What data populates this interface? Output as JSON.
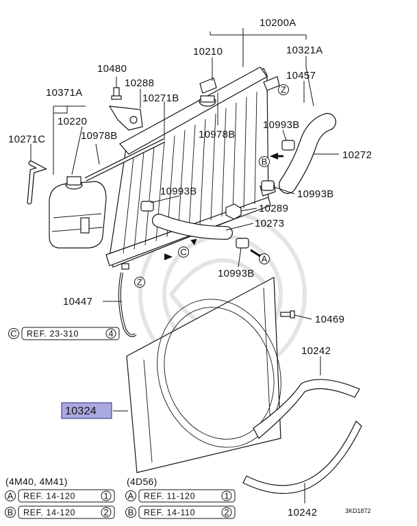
{
  "parts": {
    "p10200A": "10200A",
    "p10210": "10210",
    "p10321A": "10321A",
    "p10480": "10480",
    "p10288": "10288",
    "p10271B": "10271B",
    "p10457": "10457",
    "p10371A": "10371A",
    "p10220": "10220",
    "p10978B_a": "10978B",
    "p10978B_b": "10978B",
    "p10271C": "10271C",
    "p10993B_a": "10993B",
    "p10993B_b": "10993B",
    "p10993B_c": "10993B",
    "p10993B_d": "10993B",
    "p10272": "10272",
    "p10289": "10289",
    "p10273": "10273",
    "p10447": "10447",
    "p10469": "10469",
    "p10242_a": "10242",
    "p10242_b": "10242",
    "p10324": "10324"
  },
  "markers": {
    "Z": "Z",
    "A": "A",
    "B": "B",
    "C": "C"
  },
  "refs": {
    "c_ref": "REF. 23-310",
    "c_num": "4",
    "group_left": "(4M40, 4M41)",
    "group_right": "(4D56)",
    "left_a_ref": "REF. 14-120",
    "left_a_num": "1",
    "left_b_ref": "REF. 14-120",
    "left_b_num": "2",
    "right_a_ref": "REF. 11-120",
    "right_a_num": "1",
    "right_b_ref": "REF. 14-110",
    "right_b_num": "2"
  },
  "diagram_code": "3KD1872",
  "colors": {
    "highlight_fill": "#a9a9df",
    "highlight_stroke": "#2a2a8a",
    "line": "#111111",
    "watermark": "#e4e4e4"
  }
}
